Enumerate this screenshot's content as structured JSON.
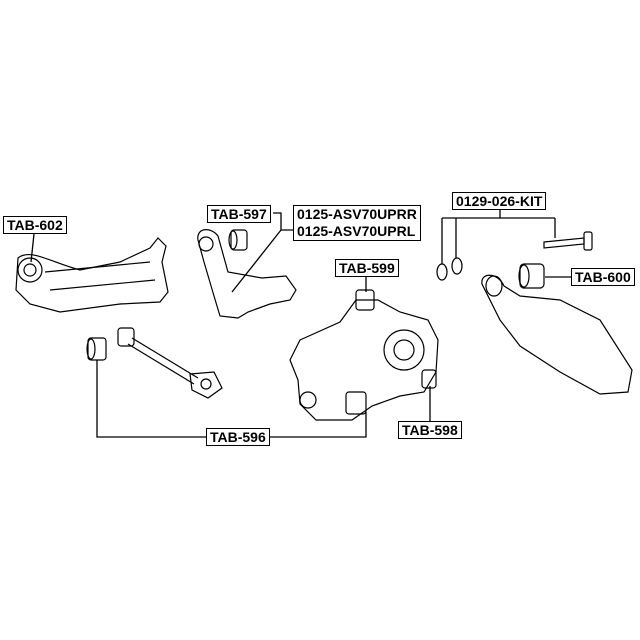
{
  "labels": {
    "tab602": "TAB-602",
    "tab597": "TAB-597",
    "upper_arm_r": "0125-ASV70UPRR",
    "upper_arm_l": "0125-ASV70UPRL",
    "kit": "0129-026-KIT",
    "tab599": "TAB-599",
    "tab600": "TAB-600",
    "tab596": "TAB-596",
    "tab598": "TAB-598"
  }
}
